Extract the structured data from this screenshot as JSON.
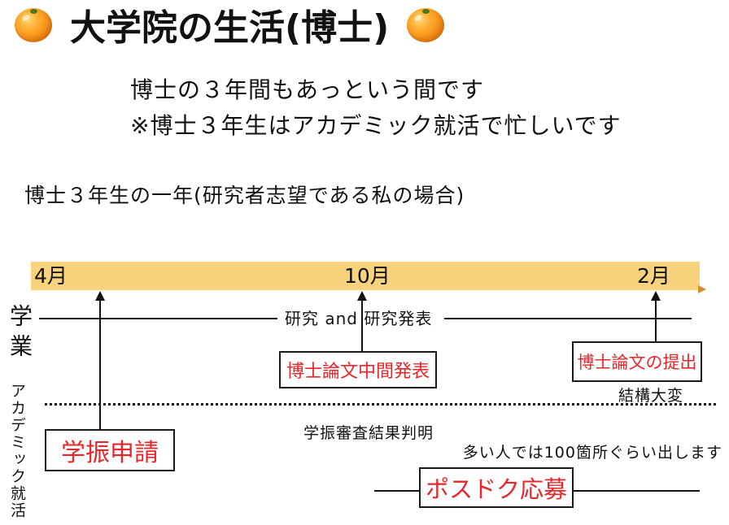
{
  "slide": {
    "title": "大学院の生活(博士)",
    "title_icon": "orange-icon",
    "intro": [
      "博士の３年間もあっという間です",
      "※博士３年生はアカデミック就活で忙しいです"
    ],
    "heading": "博士３年生の一年(研究者志望である私の場合)"
  },
  "timeline": {
    "months": [
      "4月",
      "10月",
      "2月"
    ]
  },
  "lanes": {
    "academic": {
      "label": "学業",
      "track": "研究 and 研究発表",
      "midterm": "博士論文中間発表",
      "submission": "博士論文の提出",
      "submission_note": "結構大変"
    },
    "job_hunting": {
      "label": "アカデミック就活",
      "gakushin_application": "学振申請",
      "gakushin_result": "学振審査結果判明",
      "postdoc": "ポスドク応募",
      "postdoc_note": "多い人では100箇所ぐらい出します"
    }
  },
  "colors": {
    "highlight_text": "#E8262A",
    "timeline_bar": "#F9D27E",
    "timeline_arrow": "#D98E2A"
  }
}
